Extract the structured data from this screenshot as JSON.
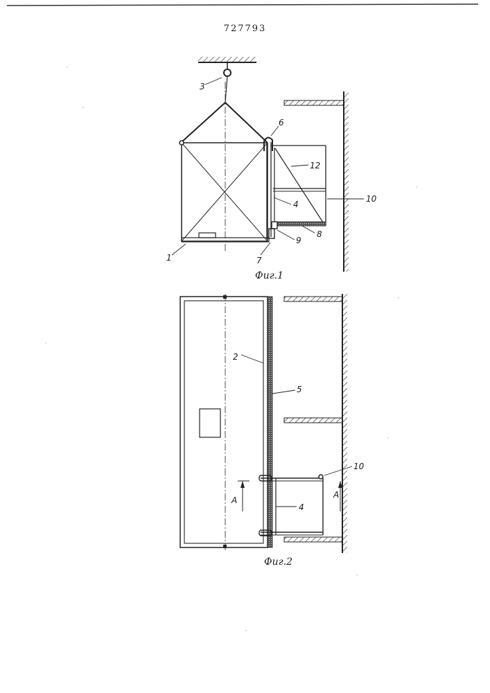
{
  "document": {
    "patent_number": "727793",
    "figure_captions": [
      "Фиг.1",
      "Фиг.2"
    ],
    "fig1_labels": [
      "3",
      "6",
      "12",
      "4",
      "10",
      "8",
      "9",
      "7",
      "1"
    ],
    "fig2_labels": [
      "2",
      "5",
      "10",
      "A",
      "A",
      "4"
    ]
  }
}
